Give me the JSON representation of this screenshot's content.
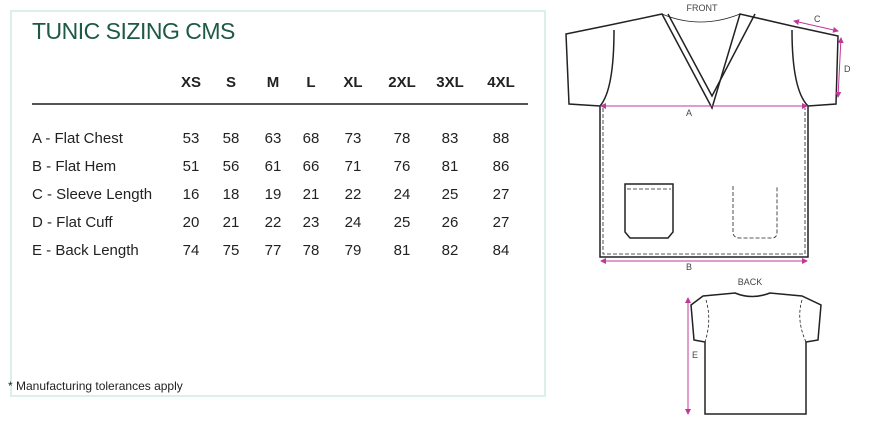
{
  "title": "TUNIC SIZING CMS",
  "sizes": [
    "XS",
    "S",
    "M",
    "L",
    "XL",
    "2XL",
    "3XL",
    "4XL"
  ],
  "rows": [
    {
      "label": "A - Flat Chest",
      "values": [
        "53",
        "58",
        "63",
        "68",
        "73",
        "78",
        "83",
        "88"
      ]
    },
    {
      "label": "B - Flat Hem",
      "values": [
        "51",
        "56",
        "61",
        "66",
        "71",
        "76",
        "81",
        "86"
      ]
    },
    {
      "label": "C - Sleeve Length",
      "values": [
        "16",
        "18",
        "19",
        "21",
        "22",
        "24",
        "25",
        "27"
      ]
    },
    {
      "label": "D - Flat Cuff",
      "values": [
        "20",
        "21",
        "22",
        "23",
        "24",
        "25",
        "26",
        "27"
      ]
    },
    {
      "label": "E - Back Length",
      "values": [
        "74",
        "75",
        "77",
        "78",
        "79",
        "81",
        "82",
        "84"
      ]
    }
  ],
  "footnote": "* Manufacturing tolerances apply",
  "diagram": {
    "front_label": "FRONT",
    "back_label": "BACK",
    "marks": {
      "a": "A",
      "b": "B",
      "c": "C",
      "d": "D",
      "e": "E"
    }
  },
  "colors": {
    "title": "#1d5a45",
    "border": "#dcefe8",
    "measure": "#c0389a"
  }
}
